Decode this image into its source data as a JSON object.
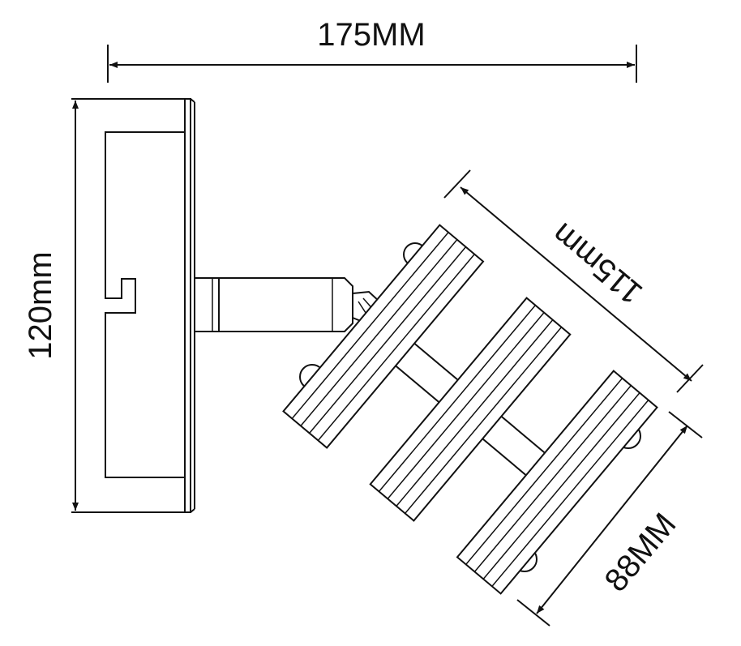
{
  "dimensions": {
    "width_label": "175MM",
    "height_label": "120mm",
    "head_length_label": "115mm",
    "head_width_label": "88MM"
  },
  "colors": {
    "line": "#111111",
    "background": "#ffffff"
  }
}
